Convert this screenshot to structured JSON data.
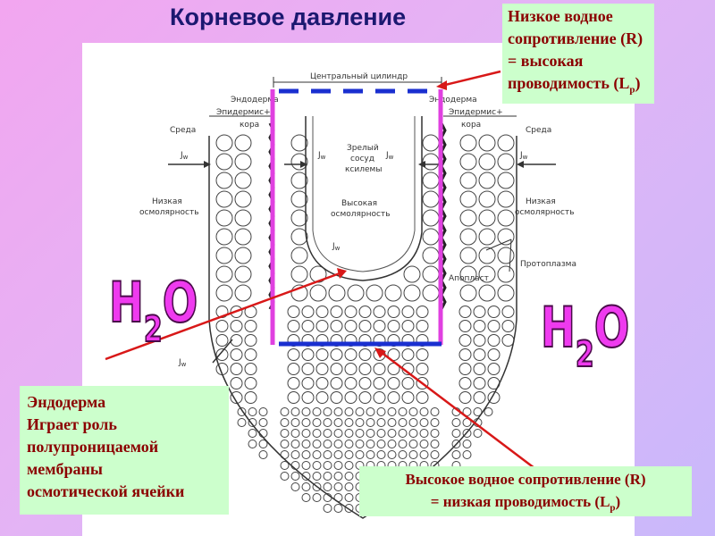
{
  "title": "Корневое давление",
  "diagram": {
    "labels": {
      "central_cylinder": "Центральный цилиндр",
      "endoderm_left": "Эндодерма",
      "endoderm_right": "Эндодерма",
      "epidermis_cortex_left_1": "Эпидермис+",
      "epidermis_cortex_left_2": "кора",
      "epidermis_cortex_right_1": "Эпидермис+",
      "epidermis_cortex_right_2": "кора",
      "medium_left": "Среда",
      "medium_right": "Среда",
      "jw": "J",
      "jw_sub": "w",
      "xylem_1": "Зрелый",
      "xylem_2": "сосуд",
      "xylem_3": "ксилемы",
      "high_osm_1": "Высокая",
      "high_osm_2": "осмолярность",
      "low_osm_left_1": "Низкая",
      "low_osm_left_2": "осмолярность",
      "low_osm_right_1": "Низкая",
      "low_osm_right_2": "осмолярность",
      "protoplasm": "Протоплазма",
      "apoplast": "Апопласт"
    }
  },
  "annotations": {
    "top_right": [
      "Низкое водное",
      "сопротивление (R)",
      "= высокая",
      "проводимость (L",
      "p",
      ")"
    ],
    "left": [
      "Эндодерма",
      "Играет роль",
      "полупроницаемой",
      "мембраны",
      "осмотической ячейки"
    ],
    "bottom": [
      "Высокое водное сопротивление (R)",
      "= низкая проводимость (L",
      "p",
      ")"
    ]
  },
  "h2o": {
    "h": "H",
    "two": "2",
    "o": "O"
  },
  "colors": {
    "title": "#1b1870",
    "annotation_text": "#8b0000",
    "annotation_bg": "#ccffcc",
    "endoderm_line": "#e040e0",
    "dashed_line": "#1a2fd0",
    "bottom_line": "#1a2fd0",
    "arrow": "#d81818"
  }
}
